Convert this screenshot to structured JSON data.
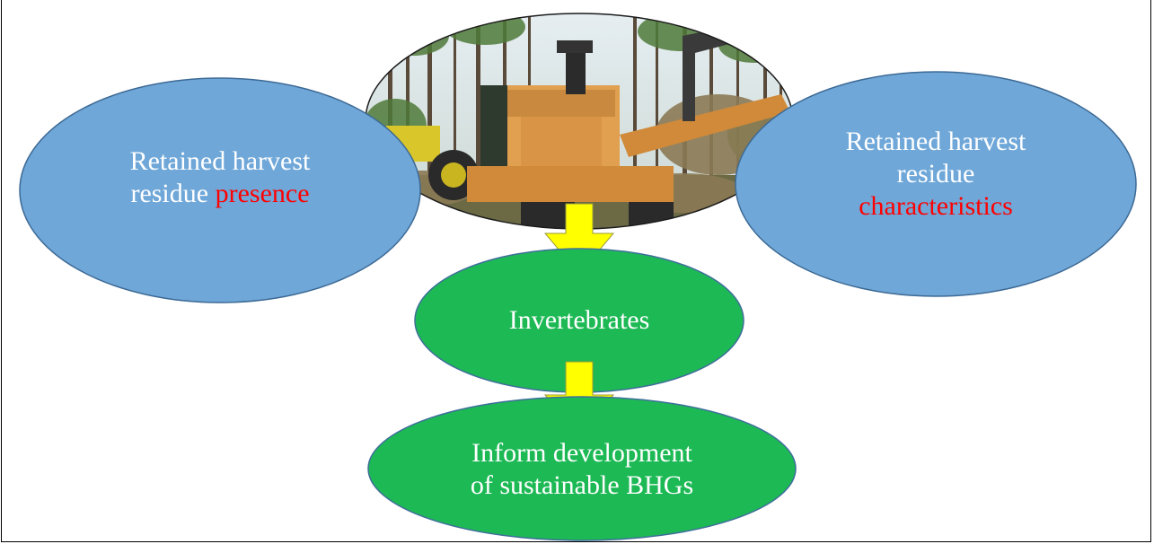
{
  "nodes": {
    "presence": {
      "line1": "Retained harvest",
      "line2_prefix": "residue ",
      "line2_highlight": "presence"
    },
    "characteristics": {
      "line1": "Retained harvest",
      "line2": "residue",
      "line3_highlight": "characteristics"
    },
    "invertebrates": {
      "text": "Invertebrates"
    },
    "inform": {
      "line1": "Inform development",
      "line2": "of sustainable BHGs"
    }
  },
  "colors": {
    "blue_fill": "#6fa7d8",
    "green_fill": "#1db955",
    "arrow_fill": "#ffff00",
    "highlight_text": "#ff0000"
  },
  "photo": {
    "icon": "wood-chipper-photo-icon"
  }
}
